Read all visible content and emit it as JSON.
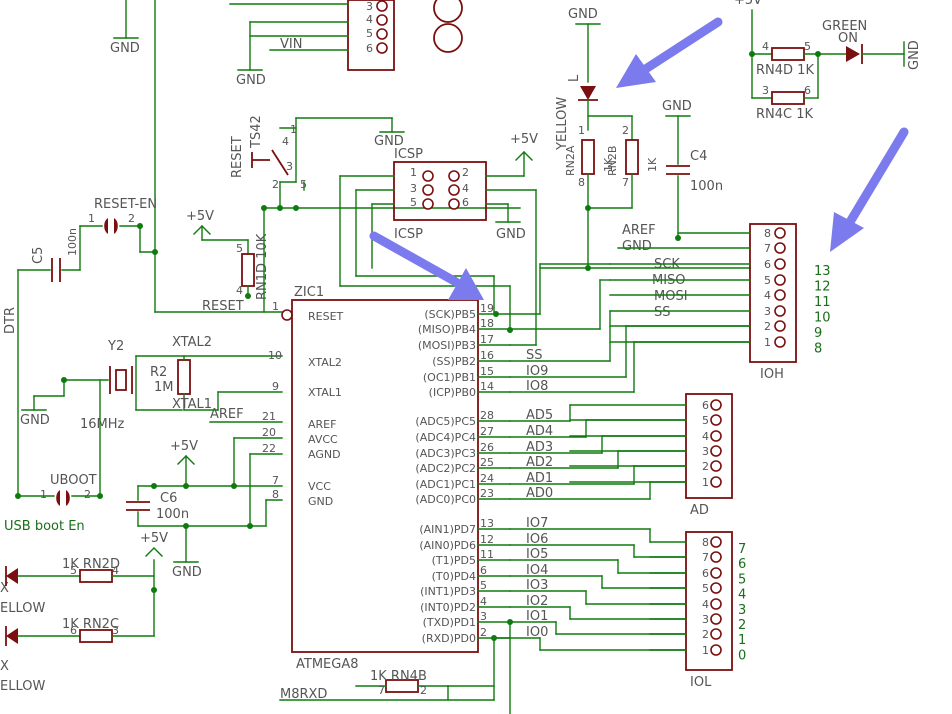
{
  "chip": {
    "ref": "ZIC1",
    "part": "ATMEGA8",
    "left_pins": [
      {
        "num": "1",
        "name": "RESET"
      },
      {
        "num": "10",
        "name": "XTAL2"
      },
      {
        "num": "9",
        "name": "XTAL1"
      },
      {
        "num": "21",
        "name": "AREF"
      },
      {
        "num": "20",
        "name": "AVCC"
      },
      {
        "num": "22",
        "name": "AGND"
      },
      {
        "num": "7",
        "name": "VCC"
      },
      {
        "num": "8",
        "name": "GND"
      }
    ],
    "right_pins": [
      {
        "num": "19",
        "name": "(SCK)PB5",
        "net": ""
      },
      {
        "num": "18",
        "name": "(MISO)PB4",
        "net": ""
      },
      {
        "num": "17",
        "name": "(MOSI)PB3",
        "net": ""
      },
      {
        "num": "16",
        "name": "(SS)PB2",
        "net": "SS"
      },
      {
        "num": "15",
        "name": "(OC1)PB1",
        "net": "IO9"
      },
      {
        "num": "14",
        "name": "(ICP)PB0",
        "net": "IO8"
      },
      {
        "num": "28",
        "name": "(ADC5)PC5",
        "net": "AD5"
      },
      {
        "num": "27",
        "name": "(ADC4)PC4",
        "net": "AD4"
      },
      {
        "num": "26",
        "name": "(ADC3)PC3",
        "net": "AD3"
      },
      {
        "num": "25",
        "name": "(ADC2)PC2",
        "net": "AD2"
      },
      {
        "num": "24",
        "name": "(ADC1)PC1",
        "net": "AD1"
      },
      {
        "num": "23",
        "name": "(ADC0)PC0",
        "net": "AD0"
      },
      {
        "num": "13",
        "name": "(AIN1)PD7",
        "net": "IO7"
      },
      {
        "num": "12",
        "name": "(AIN0)PD6",
        "net": "IO6"
      },
      {
        "num": "11",
        "name": "(T1)PD5",
        "net": "IO5"
      },
      {
        "num": "6",
        "name": "(T0)PD4",
        "net": "IO4"
      },
      {
        "num": "5",
        "name": "(INT1)PD3",
        "net": "IO3"
      },
      {
        "num": "4",
        "name": "(INT0)PD2",
        "net": "IO2"
      },
      {
        "num": "3",
        "name": "(TXD)PD1",
        "net": "IO1"
      },
      {
        "num": "2",
        "name": "(RXD)PD0",
        "net": "IO0"
      }
    ]
  },
  "connectors": {
    "top": {
      "pins": [
        "3",
        "4",
        "5",
        "6"
      ],
      "vin": "VIN",
      "gnd": "GND"
    },
    "icsp": {
      "ref": "ICSP",
      "ref_bottom": "ICSP",
      "pins": [
        "1",
        "2",
        "3",
        "4",
        "5",
        "6"
      ],
      "vcc": "+5V",
      "gnd": "GND"
    },
    "ioh": {
      "ref": "IOH",
      "pins": [
        "8",
        "7",
        "6",
        "5",
        "4",
        "3",
        "2",
        "1"
      ],
      "nets": [
        "AREF",
        "GND",
        "SCK",
        "MISO",
        "MOSI",
        "SS"
      ],
      "ext": [
        "13",
        "12",
        "11",
        "10",
        "9",
        "8"
      ]
    },
    "ad": {
      "ref": "AD",
      "pins": [
        "6",
        "5",
        "4",
        "3",
        "2",
        "1"
      ]
    },
    "iol": {
      "ref": "IOL",
      "pins": [
        "8",
        "7",
        "6",
        "5",
        "4",
        "3",
        "2",
        "1"
      ],
      "ext": [
        "7",
        "6",
        "5",
        "4",
        "3",
        "2",
        "1",
        "0"
      ]
    }
  },
  "labels": {
    "gnd": "GND",
    "vcc": "+5V",
    "reset_net": "RESET",
    "xtal2": "XTAL2",
    "xtal1": "XTAL1",
    "aref": "AREF",
    "dtr": "DTR",
    "m8rxd": "M8RXD",
    "usb_boot": "USB boot En"
  },
  "parts": {
    "ts42": {
      "ref": "TS42",
      "name": "RESET",
      "pins": [
        "1",
        "2",
        "3",
        "4",
        "5"
      ]
    },
    "reset_en": {
      "ref": "RESET-EN",
      "pins": [
        "1",
        "2"
      ]
    },
    "c5": {
      "ref": "C5",
      "value": "100n"
    },
    "rn1d": {
      "ref": "RN1D 10K",
      "pins": [
        "5",
        "4"
      ]
    },
    "y2": {
      "ref": "Y2",
      "freq": "16MHz"
    },
    "r2": {
      "ref": "R2",
      "value": "1M"
    },
    "c6": {
      "ref": "C6",
      "value": "100n"
    },
    "uboot": {
      "ref": "UBOOT",
      "pins": [
        "1",
        "2"
      ]
    },
    "rn2a": {
      "ref": "RN2A",
      "value": "1K",
      "pins": [
        "1",
        "8"
      ]
    },
    "rn2b": {
      "ref": "RN2B",
      "value": "1K",
      "pins": [
        "2",
        "7"
      ]
    },
    "led_l": {
      "ref": "L",
      "color": "YELLOW"
    },
    "c4": {
      "ref": "C4",
      "value": "100n"
    },
    "rn4d": {
      "ref": "RN4D 1K",
      "pins": [
        "4",
        "5"
      ]
    },
    "rn4c": {
      "ref": "RN4C 1K",
      "pins": [
        "3",
        "6"
      ]
    },
    "led_on": {
      "ref": "ON",
      "color": "GREEN"
    },
    "rn2d": {
      "ref": "1K RN2D",
      "pins": [
        "5",
        "4"
      ]
    },
    "rn2c": {
      "ref": "1K RN2C",
      "pins": [
        "6",
        "3"
      ]
    },
    "rn4b": {
      "ref": "1K RN4B",
      "pins": [
        "7",
        "2"
      ]
    },
    "led_rx": {
      "ref": "X",
      "color": "ELLOW"
    },
    "led_tx": {
      "ref": "X",
      "color": "ELLOW"
    }
  },
  "colors": {
    "wire": "#0f7a0f",
    "part": "#7a0f0f",
    "text": "#555555",
    "annotation": "#7b7bee"
  }
}
